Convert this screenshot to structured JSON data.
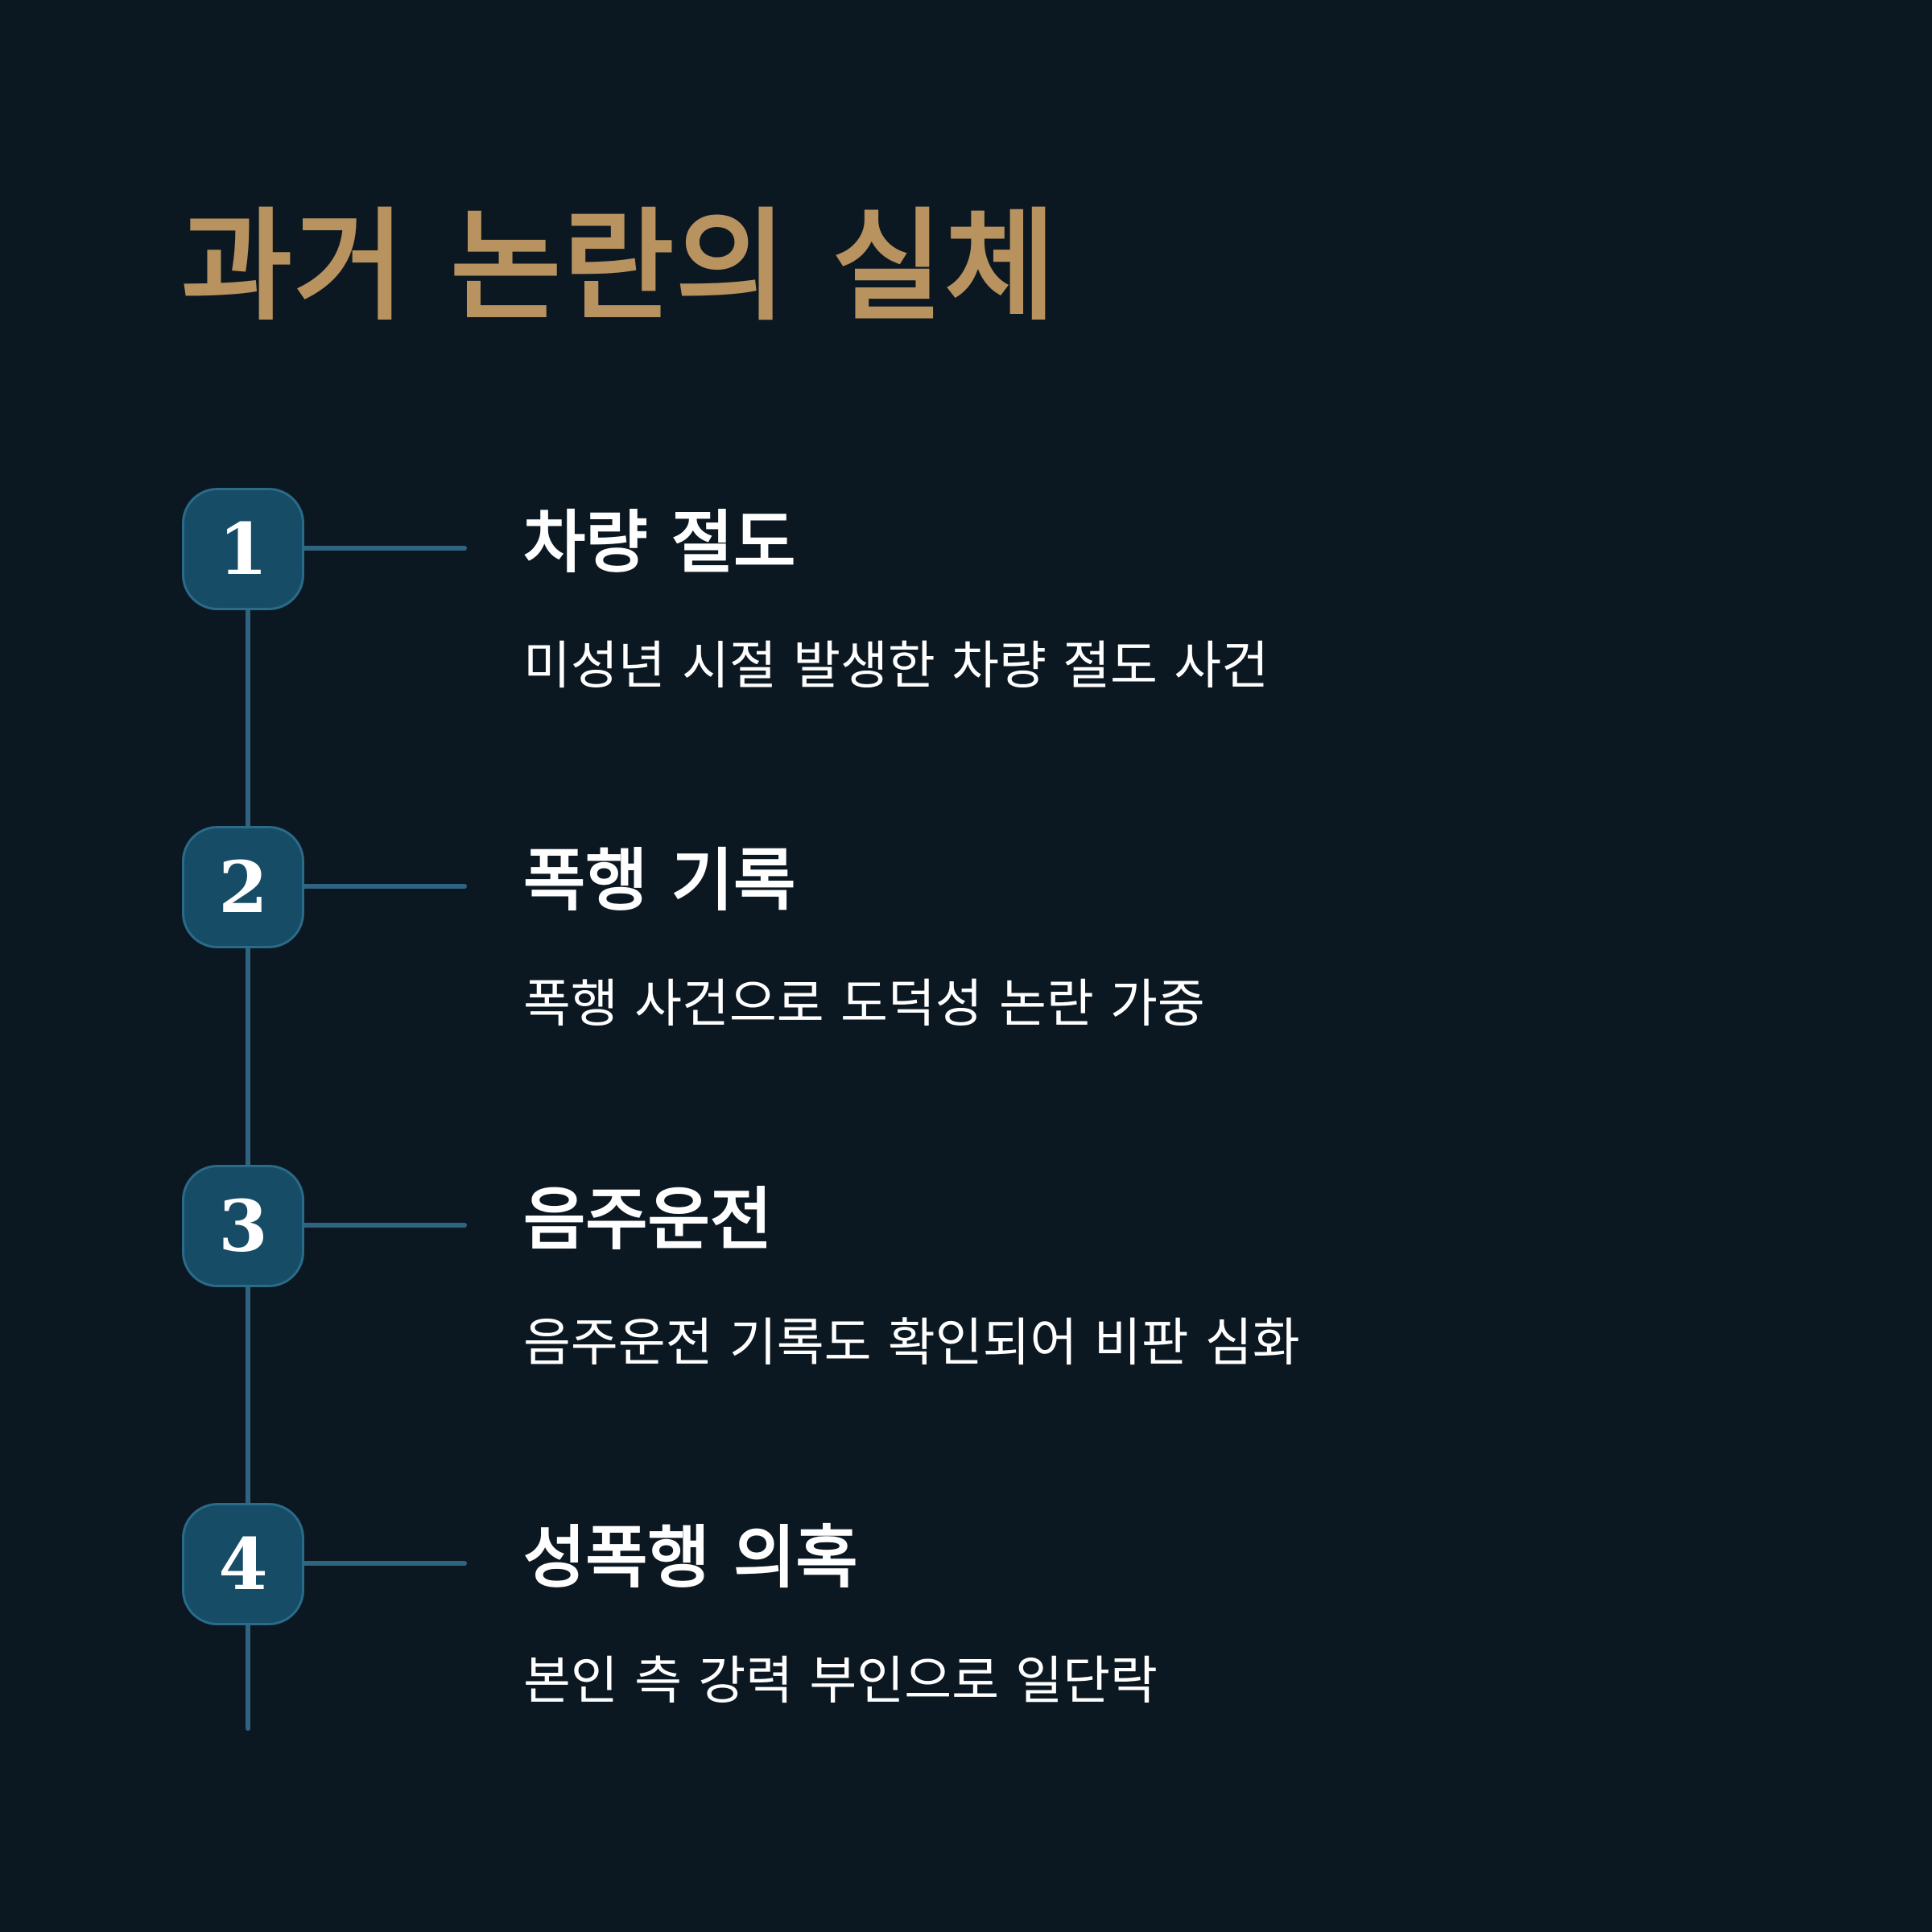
{
  "title": "과거 논란의 실체",
  "steps": [
    {
      "number": "1",
      "title": "차량 절도",
      "description": "미성년 시절 발생한 차량 절도 사건"
    },
    {
      "number": "2",
      "title": "폭행 기록",
      "description": "폭행 사건으로 도덕성 논란 가중"
    },
    {
      "number": "3",
      "title": "음주운전",
      "description": "음주운전 기록도 확인되어 비판 심화"
    },
    {
      "number": "4",
      "title": "성폭행 의혹",
      "description": "본인 측 강력 부인으로 일단락"
    }
  ],
  "colors": {
    "background": "#0c1821",
    "title": "#b8925f",
    "badge": "#164c66",
    "line": "#2e6480",
    "text": "#ffffff"
  }
}
